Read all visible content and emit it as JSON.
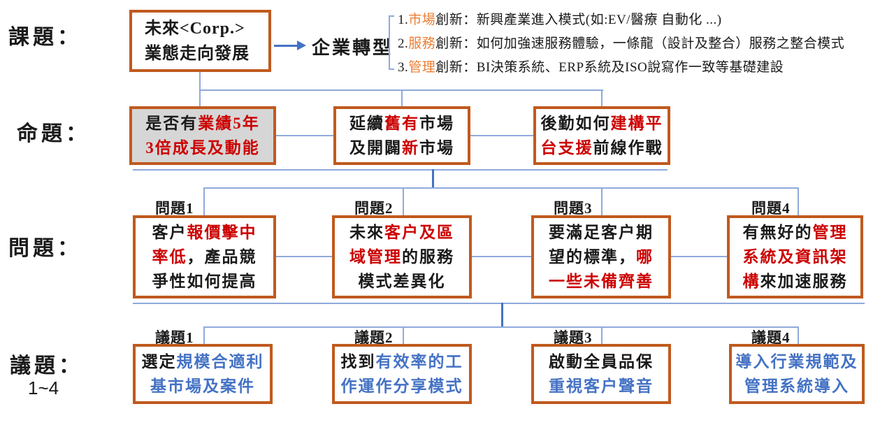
{
  "colors": {
    "box_border_orange": "#C05A1E",
    "highlight_red": "#CC0000",
    "highlight_orange": "#ED7D31",
    "highlight_blue": "#4472C4",
    "connector_light_blue": "#8FAADC",
    "connector_dark_blue": "#4472C4",
    "gray_fill": "#D6D6D6"
  },
  "row_labels": {
    "kadai": "課題：",
    "meidai": "命題：",
    "mondai": "問題：",
    "gidai": "議題：",
    "gidai_sub": "1~4"
  },
  "topic": {
    "box_lines": [
      "未來<Corp.>",
      "業態走向發展"
    ],
    "transform_label": "企業轉型",
    "items": [
      [
        [
          {
            "t": "1.",
            "c": "k"
          },
          {
            "t": "市場",
            "c": "o"
          },
          {
            "t": "創新：新興產業進入模式(如:EV/醫療 自動化  ...)",
            "c": "k"
          }
        ]
      ],
      [
        [
          {
            "t": "2.",
            "c": "k"
          },
          {
            "t": "服務",
            "c": "o"
          },
          {
            "t": "創新：如何加強速服務體驗，一條龍（設計及整合）服務之整合模式",
            "c": "k"
          }
        ]
      ],
      [
        [
          {
            "t": "3.",
            "c": "k"
          },
          {
            "t": "管理",
            "c": "o"
          },
          {
            "t": "創新：BI決策系統、ERP系統及ISO說寫作一致等基礎建設",
            "c": "k"
          }
        ]
      ]
    ]
  },
  "propositions": [
    {
      "lines": [
        [
          {
            "t": "是否有",
            "c": "k"
          },
          {
            "t": "業績5年",
            "c": "r"
          }
        ],
        [
          {
            "t": "3倍成長及動能",
            "c": "r"
          }
        ]
      ]
    },
    {
      "lines": [
        [
          {
            "t": "延續",
            "c": "k"
          },
          {
            "t": "舊有",
            "c": "r"
          },
          {
            "t": "市場",
            "c": "k"
          }
        ],
        [
          {
            "t": "及開闢",
            "c": "k"
          },
          {
            "t": "新",
            "c": "r"
          },
          {
            "t": "市場",
            "c": "k"
          }
        ]
      ]
    },
    {
      "lines": [
        [
          {
            "t": "後勤如何",
            "c": "k"
          },
          {
            "t": "建構平",
            "c": "r"
          }
        ],
        [
          {
            "t": "台支援",
            "c": "r"
          },
          {
            "t": "前線作戰",
            "c": "k"
          }
        ]
      ]
    }
  ],
  "problems": {
    "labels": [
      "問題1",
      "問題2",
      "問題3",
      "問題4"
    ],
    "boxes": [
      {
        "lines": [
          [
            {
              "t": "客户",
              "c": "k"
            },
            {
              "t": "報價擊中",
              "c": "r"
            }
          ],
          [
            {
              "t": "率低",
              "c": "r"
            },
            {
              "t": "，產品競",
              "c": "k"
            }
          ],
          [
            {
              "t": "爭性如何提高",
              "c": "k"
            }
          ]
        ]
      },
      {
        "lines": [
          [
            {
              "t": "未來",
              "c": "k"
            },
            {
              "t": "客户及區",
              "c": "r"
            }
          ],
          [
            {
              "t": "域管理",
              "c": "r"
            },
            {
              "t": "的服務",
              "c": "k"
            }
          ],
          [
            {
              "t": "模式差異化",
              "c": "k"
            }
          ]
        ]
      },
      {
        "lines": [
          [
            {
              "t": "要滿足客户期",
              "c": "k"
            }
          ],
          [
            {
              "t": "望的標準，",
              "c": "k"
            },
            {
              "t": "哪",
              "c": "r"
            }
          ],
          [
            {
              "t": "一些未備齊善",
              "c": "r"
            }
          ]
        ]
      },
      {
        "lines": [
          [
            {
              "t": "有無好的",
              "c": "k"
            },
            {
              "t": "管理",
              "c": "r"
            }
          ],
          [
            {
              "t": "系統及資訊架",
              "c": "r"
            }
          ],
          [
            {
              "t": "構",
              "c": "r"
            },
            {
              "t": "來加速服務",
              "c": "k"
            }
          ]
        ]
      }
    ]
  },
  "issues": {
    "labels": [
      "議題1",
      "議題2",
      "議題3",
      "議題4"
    ],
    "boxes": [
      {
        "lines": [
          [
            {
              "t": "選定",
              "c": "k"
            },
            {
              "t": "規模合適利",
              "c": "b"
            }
          ],
          [
            {
              "t": "基市場及案件",
              "c": "b"
            }
          ]
        ]
      },
      {
        "lines": [
          [
            {
              "t": "找到",
              "c": "k"
            },
            {
              "t": "有效率的工",
              "c": "b"
            }
          ],
          [
            {
              "t": "作運作分享模式",
              "c": "b"
            }
          ]
        ]
      },
      {
        "lines": [
          [
            {
              "t": "啟動全員品保",
              "c": "k"
            }
          ],
          [
            {
              "t": "重視客户聲音",
              "c": "b"
            }
          ]
        ]
      },
      {
        "lines": [
          [
            {
              "t": "導入行業規範及",
              "c": "b"
            }
          ],
          [
            {
              "t": "管理系統導入",
              "c": "b"
            }
          ]
        ]
      }
    ]
  }
}
